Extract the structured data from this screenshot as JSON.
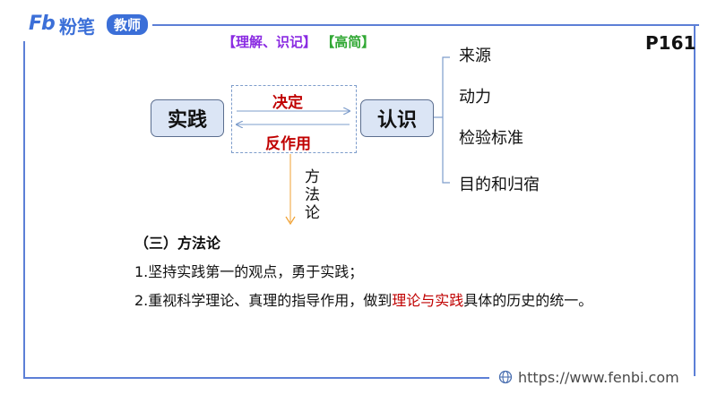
{
  "logo": {
    "mark": "Fb",
    "brand": "粉笔",
    "badge": "教师"
  },
  "header": {
    "tag_understand": "【理解、识记】",
    "tag_frequency": "【高简】",
    "page_number": "P161"
  },
  "diagram": {
    "left_box": "实践",
    "right_box": "认识",
    "relation_top": "决定",
    "relation_bottom": "反作用",
    "downward_label": "方法论",
    "right_items": [
      "来源",
      "动力",
      "检验标准",
      "目的和归宿"
    ]
  },
  "content": {
    "section_title": "（三）方法论",
    "line1": "1.坚持实践第一的观点，勇于实践；",
    "line2_prefix": "2.重视科学理论、真理的指导作用，做到",
    "line2_highlight": "理论与实践",
    "line2_suffix": "具体的历史的统一。"
  },
  "footer": {
    "url": "https://www.fenbi.com"
  },
  "colors": {
    "frame": "#5c7fd6",
    "highlight": "#c00000",
    "box_fill": "#dbe5f5"
  }
}
